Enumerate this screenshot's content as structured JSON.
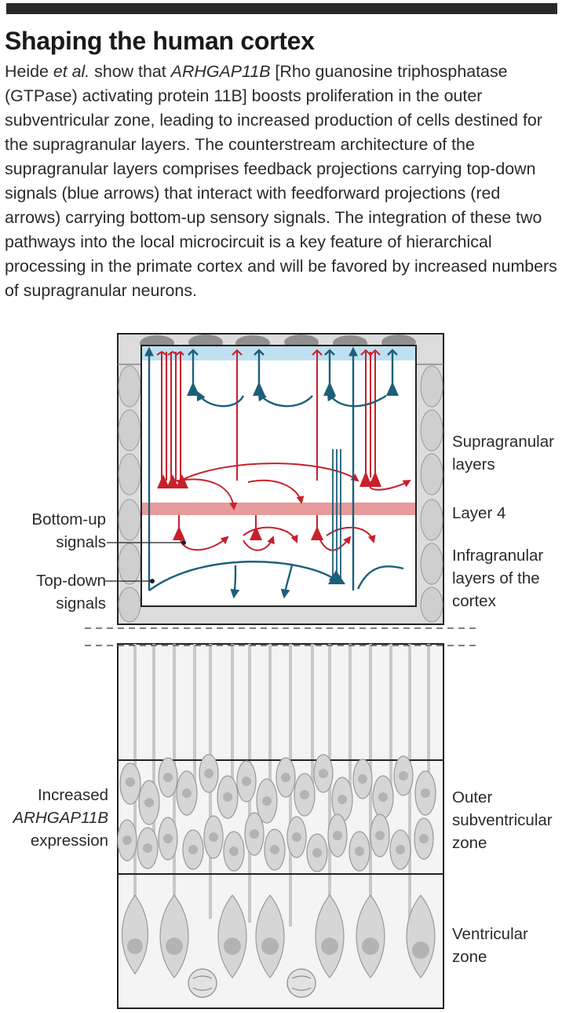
{
  "title": "Shaping the human cortex",
  "caption": {
    "pre": "Heide ",
    "et_al": "et al.",
    "mid": " show that ",
    "gene": "ARHGAP11B",
    "rest": " [Rho guanosine triphosphatase (GTPase) activating protein 11B] boosts proliferation in the outer subventricular zone, leading to increased production of cells destined for the supragranular layers. The counterstream architecture of the supragranular layers comprises feedback projections carrying top-down signals (blue arrows) that interact with feedforward projections (red arrows) carrying bottom-up sensory signals. The integration of these two pathways into the local microcircuit is a key feature of hierarchical processing in the primate cortex and will be favored by increased numbers of supragranular neurons."
  },
  "labels": {
    "supragranular": [
      "Supragranular",
      "layers"
    ],
    "layer4": "Layer 4",
    "infragranular": [
      "Infragranular",
      "layers of the",
      "cortex"
    ],
    "bottom_up": [
      "Bottom-up",
      "signals"
    ],
    "top_down": [
      "Top-down",
      "signals"
    ],
    "increased": "Increased",
    "increased_gene": "ARHGAP11B",
    "expression": "expression",
    "osvz": [
      "Outer",
      "subventricular",
      "zone"
    ],
    "vz": [
      "Ventricular",
      "zone"
    ]
  },
  "colors": {
    "top_down_blue": "#1d5f7a",
    "bottom_up_red": "#c8202b",
    "layer4_band": "#e79b9b",
    "top_band": "#bfe0f0",
    "cell_gray": "#d6d6d6",
    "nucleus_gray": "#b3b3b3"
  }
}
